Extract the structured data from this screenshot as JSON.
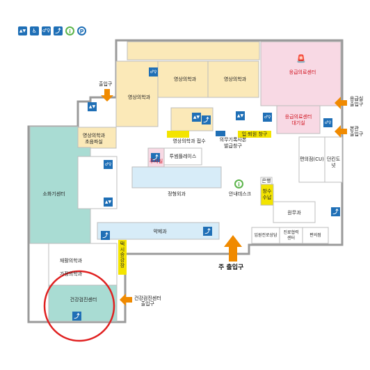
{
  "legend": {
    "icons": [
      {
        "name": "elevator-icon",
        "glyph": "▲▼",
        "color": "#1f6fb6"
      },
      {
        "name": "wheelchair-restroom-icon",
        "glyph": "♿",
        "color": "#1f6fb6"
      },
      {
        "name": "restroom-icon",
        "glyph": "♂♀",
        "color": "#1f6fb6"
      },
      {
        "name": "escalator-icon",
        "glyph": "⤴",
        "color": "#1f6fb6"
      },
      {
        "name": "information-icon",
        "glyph": "i",
        "color": "#5bb44a"
      },
      {
        "name": "parking-icon",
        "glyph": "P",
        "color": "#1f6fb6"
      }
    ]
  },
  "rooms": {
    "imaging_1": "영상의학과",
    "imaging_2": "영상의학과",
    "imaging_3": "영상의학과",
    "emergency_center": "응급의료센터",
    "emergency_waiting": "응급의료센터\n대기실",
    "imaging_ultrasound": "영상의학과\n초음파실",
    "imaging_reception": "영상의학과 접수",
    "medical_records": "의무기록사본\n발급창구",
    "admission_discharge": "입·퇴원 창구",
    "convenience_store": "편의점(CU)",
    "dunkin": "던킨도넛",
    "injection_room": "주사실",
    "tulip_place": "투썸플레이스",
    "pediatrics": "소화기센터",
    "plastic_surgery": "정형외과",
    "info_desk": "안내데스크",
    "bank": "은행",
    "cashier": "창수\n수납",
    "admin": "원무과",
    "pharmacy": "약제과",
    "taxi_stand": "택시승강장",
    "rehab": "재활의학과",
    "family_medicine": "가정의학과",
    "health_checkup": "건강검진센터",
    "hospital_consult": "입원전로상담",
    "referral_center": "진료협력\n센터",
    "convenience2": "편의점"
  },
  "entrances": {
    "top_entrance": "출입구",
    "emergency_entrance": "응급실\n출입구",
    "main_building_entrance": "본관\n출입구",
    "main_entrance": "주 출입구",
    "checkup_entrance": "건강검진센터\n출입구"
  },
  "highlight": {
    "target": "health_checkup",
    "color": "#e02020"
  },
  "colors": {
    "wall": "#9a9a9a",
    "imaging": "#fbe9b8",
    "emergency": "#f8d9e4",
    "teal": "#a9dcd3",
    "light_blue": "#d7ecf8",
    "yellow": "#f3e400",
    "arrow": "#f08a00",
    "icon_blue": "#1f6fb6"
  }
}
